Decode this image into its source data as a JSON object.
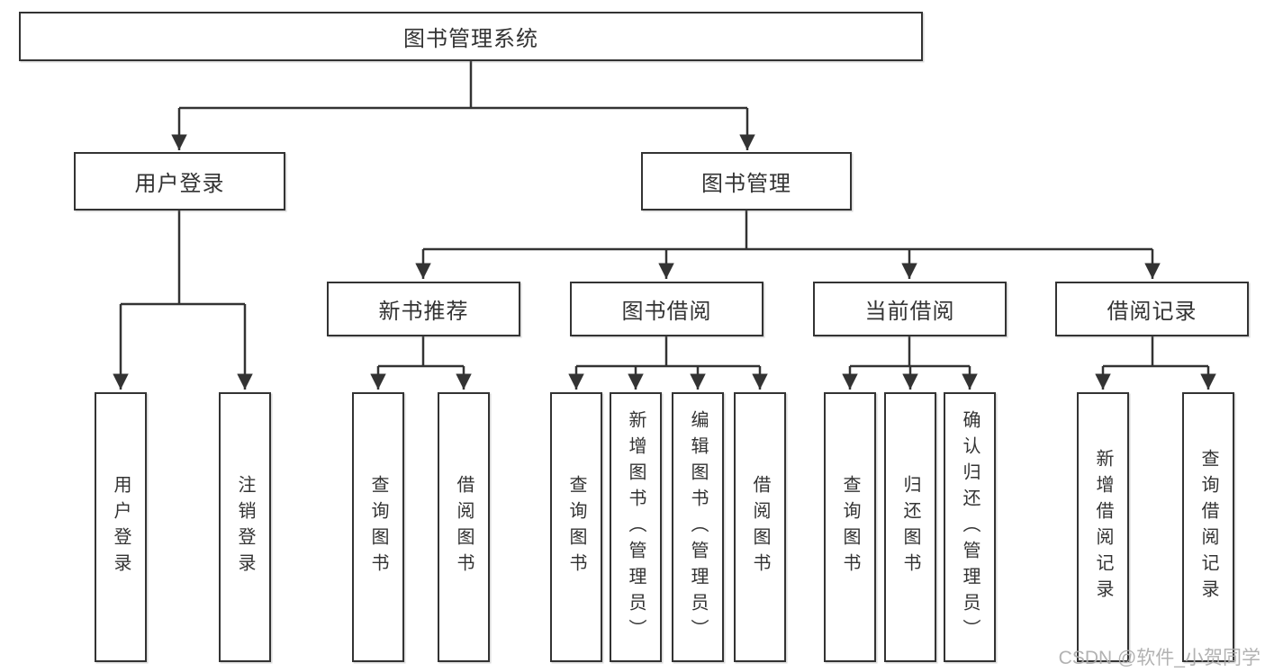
{
  "diagram": {
    "type": "hierarchy",
    "root": {
      "label": "图书管理系统"
    },
    "level2": [
      {
        "label": "用户登录"
      },
      {
        "label": "图书管理"
      }
    ],
    "level3": [
      {
        "label": "新书推荐",
        "parent": "图书管理"
      },
      {
        "label": "图书借阅",
        "parent": "图书管理"
      },
      {
        "label": "当前借阅",
        "parent": "图书管理"
      },
      {
        "label": "借阅记录",
        "parent": "图书管理"
      }
    ],
    "leaves": [
      {
        "label": "用户登录",
        "parent": "用户登录"
      },
      {
        "label": "注销登录",
        "parent": "用户登录"
      },
      {
        "label": "查询图书",
        "parent": "新书推荐"
      },
      {
        "label": "借阅图书",
        "parent": "新书推荐"
      },
      {
        "label": "查询图书",
        "parent": "图书借阅"
      },
      {
        "label": "新增图书（管理员）",
        "parent": "图书借阅"
      },
      {
        "label": "编辑图书（管理员）",
        "parent": "图书借阅"
      },
      {
        "label": "借阅图书",
        "parent": "图书借阅"
      },
      {
        "label": "查询图书",
        "parent": "当前借阅"
      },
      {
        "label": "归还图书",
        "parent": "当前借阅"
      },
      {
        "label": "确认归还（管理员）",
        "parent": "当前借阅"
      },
      {
        "label": "新增借阅记录",
        "parent": "借阅记录"
      },
      {
        "label": "查询借阅记录",
        "parent": "借阅记录"
      }
    ],
    "watermark": "CSDN @软件_小贺同学",
    "colors": {
      "line": "#333333",
      "text": "#333333",
      "box_fill": "#ffffff",
      "background": "#ffffff",
      "watermark": "#ababab"
    }
  }
}
